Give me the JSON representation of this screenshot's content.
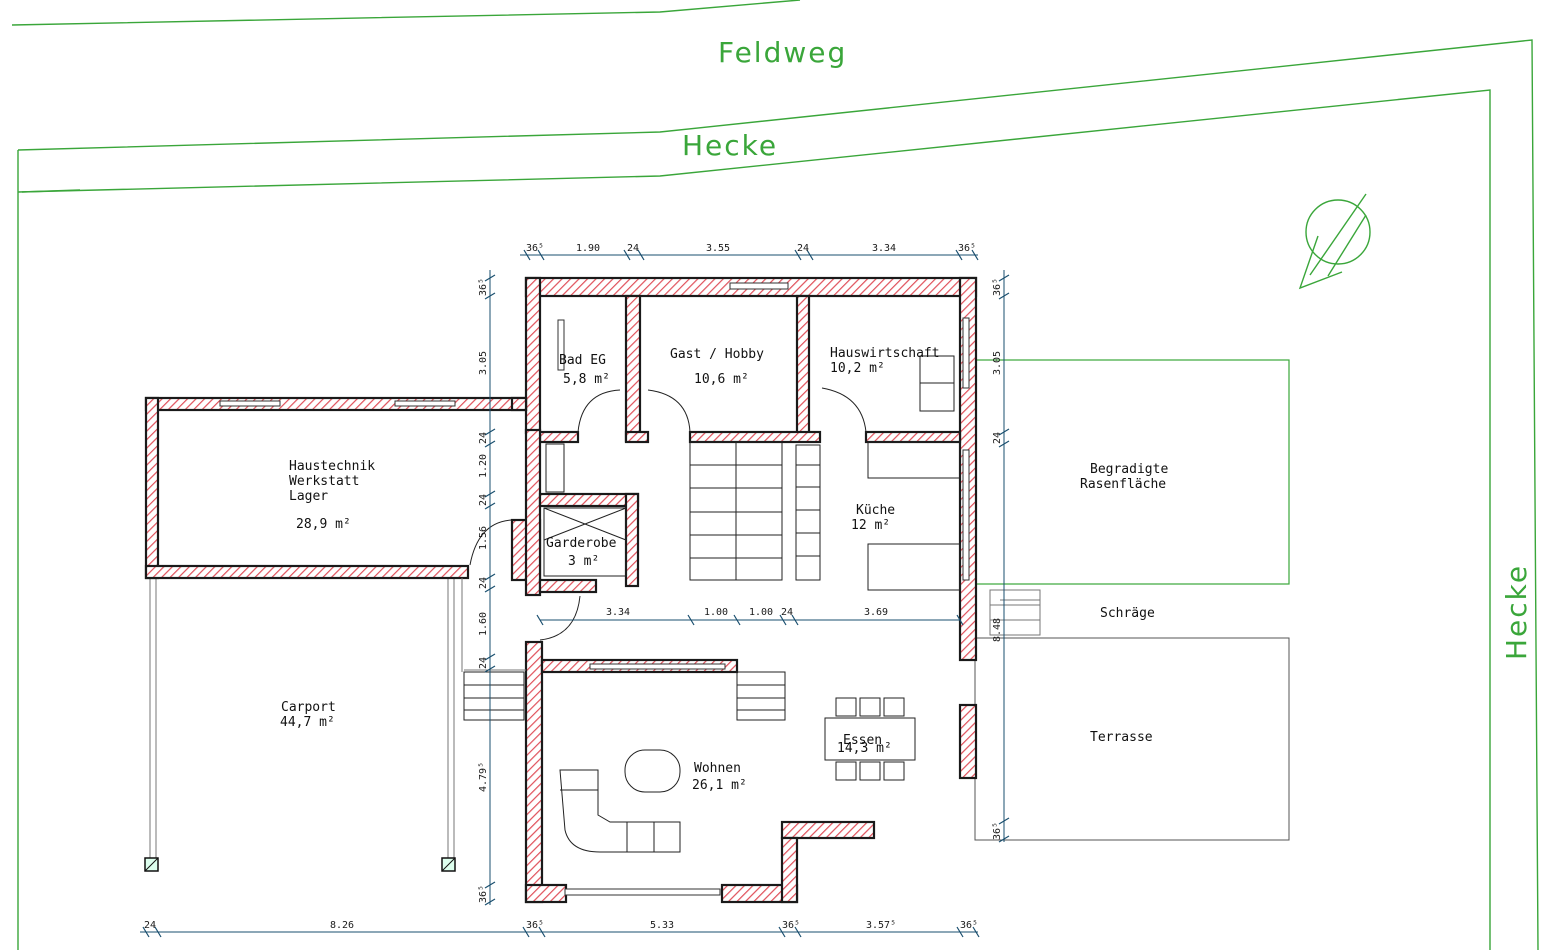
{
  "labels": {
    "feldweg": "Feldweg",
    "hecke_top": "Hecke",
    "hecke_right": "Hecke"
  },
  "rooms": [
    {
      "name": "Bad EG",
      "area": "5,8  m²"
    },
    {
      "name": "Gast / Hobby",
      "area": "10,6  m²"
    },
    {
      "name": "Hauswirtschaft",
      "area": "10,2  m²"
    },
    {
      "name": "Haustechnik",
      "name2": "Werkstatt",
      "name3": "Lager",
      "area": "28,9  m²"
    },
    {
      "name": "Garderobe",
      "area": "3  m²"
    },
    {
      "name": "Küche",
      "area": "12  m²"
    },
    {
      "name": "Carport",
      "area": "44,7  m²"
    },
    {
      "name": "Wohnen",
      "area": "26,1  m²"
    },
    {
      "name": "Essen",
      "area": "14,3  m²"
    }
  ],
  "outdoor": {
    "lawn_1": "Begradigte",
    "lawn_2": "Rasenfläche",
    "slope": "Schräge",
    "terrace": "Terrasse"
  },
  "dims_top": [
    "36⁵",
    "1.90",
    "24",
    "3.55",
    "24",
    "3.34",
    "36⁵"
  ],
  "dims_middle": [
    "3.34",
    "1.00",
    "1.00",
    "24",
    "3.69"
  ],
  "dims_bottom": [
    "24",
    "8.26",
    "36⁵",
    "5.33",
    "36⁵",
    "3.57⁵",
    "36⁵"
  ],
  "dims_left": [
    "36⁵",
    "3.05",
    "24",
    "1.20",
    "24",
    "1.56",
    "24",
    "1.60",
    "24",
    "4.79⁵",
    "36⁵"
  ],
  "dims_right": [
    "36⁵",
    "3.05",
    "24",
    "8.48",
    "36⁵"
  ],
  "colors": {
    "site_lines": "#3aa63a",
    "wall_hatch": "#e0505a",
    "dimension": "#1a4f6f"
  },
  "icons": [
    "north-arrow-icon"
  ]
}
